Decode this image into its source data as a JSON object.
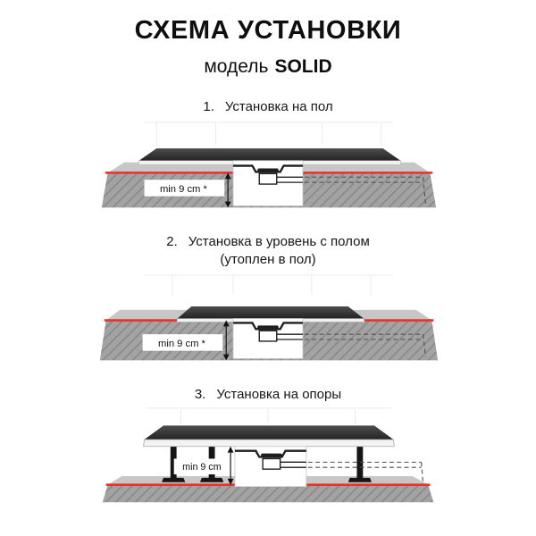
{
  "header": {
    "title": "СХЕМА УСТАНОВКИ",
    "model_label": "модель",
    "model_name": "SOLID"
  },
  "sections": [
    {
      "number": "1.",
      "title": "Установка на пол",
      "subtitle": "",
      "note": "min 9 cm *"
    },
    {
      "number": "2.",
      "title": "Установка в уровень с полом",
      "subtitle": "(утоплен в пол)",
      "note": "min 9 cm *"
    },
    {
      "number": "3.",
      "title": "Установка на опоры",
      "subtitle": "",
      "note": "min 9 cm"
    }
  ],
  "colors": {
    "accent_red": "#e8312b",
    "floor_gray": "#a3a3a3",
    "hatch_gray": "#8a8a8a",
    "floor_top_gray": "#c7c7c7",
    "tray_dark": "#2e2e2e",
    "background": "#ffffff"
  }
}
